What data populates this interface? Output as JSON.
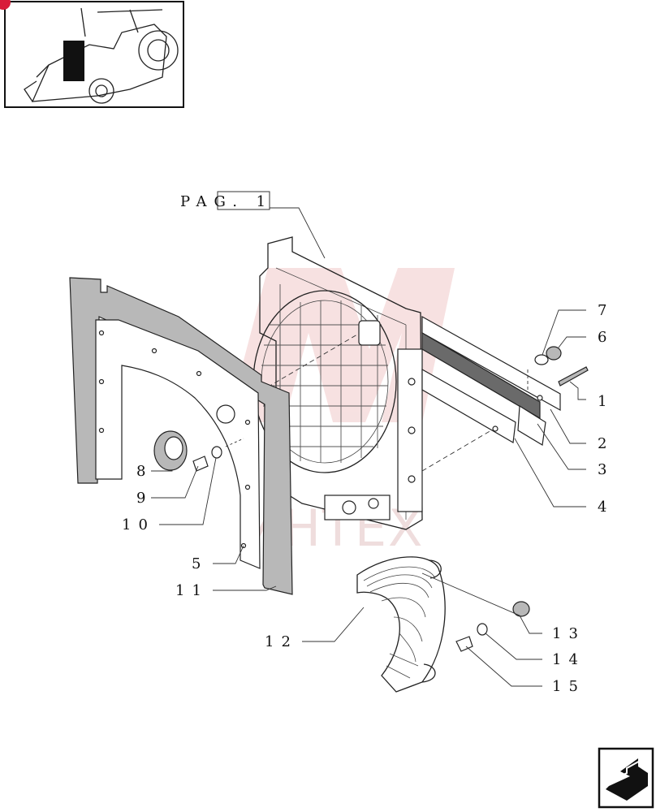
{
  "page_ref": "PAG. 1",
  "watermark": "ИНТЕХ",
  "callouts": [
    {
      "id": "c7",
      "text": "7"
    },
    {
      "id": "c6",
      "text": "6"
    },
    {
      "id": "c1",
      "text": "1"
    },
    {
      "id": "c2",
      "text": "2"
    },
    {
      "id": "c3",
      "text": "3"
    },
    {
      "id": "c4",
      "text": "4"
    },
    {
      "id": "c8",
      "text": "8"
    },
    {
      "id": "c9",
      "text": "9"
    },
    {
      "id": "c10",
      "text": "10"
    },
    {
      "id": "c5",
      "text": "5"
    },
    {
      "id": "c11",
      "text": "11"
    },
    {
      "id": "c12",
      "text": "12"
    },
    {
      "id": "c13",
      "text": "13"
    },
    {
      "id": "c14",
      "text": "14"
    },
    {
      "id": "c15",
      "text": "15"
    }
  ],
  "icons": {
    "thumbnail": "tractor-thumbnail-icon",
    "next_page": "next-page-arrow-icon",
    "badge_color": "#d81b3a"
  }
}
